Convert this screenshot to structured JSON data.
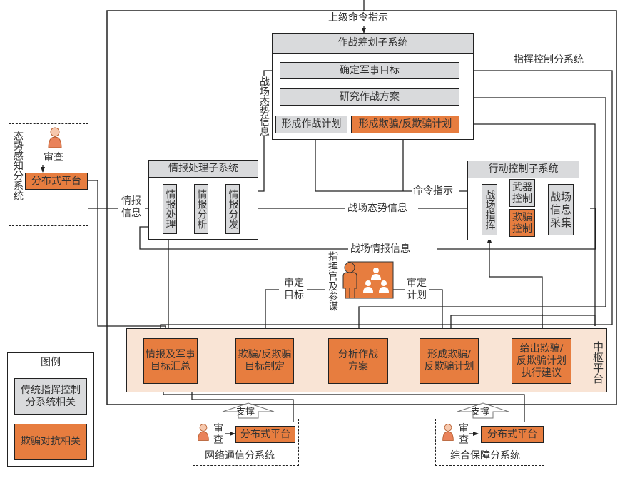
{
  "top_input": "上级命令指示",
  "command_control": {
    "title": "指挥控制分系统",
    "planning": {
      "title": "作战筹划子系统",
      "steps": [
        "确定军事目标",
        "研究作战方案",
        "形成作战计划",
        "形成欺骗/反欺骗计划"
      ]
    },
    "intel": {
      "title": "情报处理子系统",
      "steps": [
        "情报处理",
        "情报分析",
        "情报分发"
      ]
    },
    "action": {
      "title": "行动控制子系统",
      "steps": [
        "战场指挥",
        "武器控制",
        "欺骗控制",
        "战场信息采集"
      ]
    }
  },
  "flows": {
    "battlefield_situation_v": "战场态势信息",
    "intel_info": "情报信息",
    "command": "命令指示",
    "battlefield_situation": "战场态势信息",
    "battlefield_intel": "战场情报信息",
    "approve_target": "审定目标",
    "approve_plan": "审定计划",
    "commander": "指挥官及参谋",
    "support_1": "支撑",
    "support_2": "支撑",
    "review": "审查"
  },
  "situational": {
    "title": "态势感知分系统",
    "review": "审查",
    "platform": "分布式平台"
  },
  "hub": {
    "title": "中枢平台",
    "steps": [
      "情报及军事目标汇总",
      "欺骗/反欺骗目标制定",
      "分析作战方案",
      "形成欺骗/反欺骗计划",
      "给出欺骗/反欺骗计划执行建议"
    ],
    "step_lines": [
      [
        "情报及军事",
        "目标汇总"
      ],
      [
        "欺骗/反欺骗",
        "目标制定"
      ],
      [
        "分析作战",
        "方案"
      ],
      [
        "形成欺骗/",
        "反欺骗计划"
      ],
      [
        "给出欺骗/",
        "反欺骗计划",
        "执行建议"
      ]
    ]
  },
  "network": {
    "title": "网络通信分系统",
    "review": "审查",
    "platform": "分布式平台"
  },
  "logistics": {
    "title": "综合保障分系统",
    "review": "审查",
    "platform": "分布式平台"
  },
  "legend": {
    "title": "图例",
    "items": [
      {
        "label_lines": [
          "传统指挥控制",
          "分系统相关"
        ],
        "color": "#d9dadc"
      },
      {
        "label_lines": [
          "欺骗对抗相关"
        ],
        "color": "#e77d3f"
      }
    ]
  },
  "colors": {
    "gray": "#d9dadc",
    "orange": "#e77d3f",
    "peach": "#f9e4d5",
    "line": "#222222"
  }
}
